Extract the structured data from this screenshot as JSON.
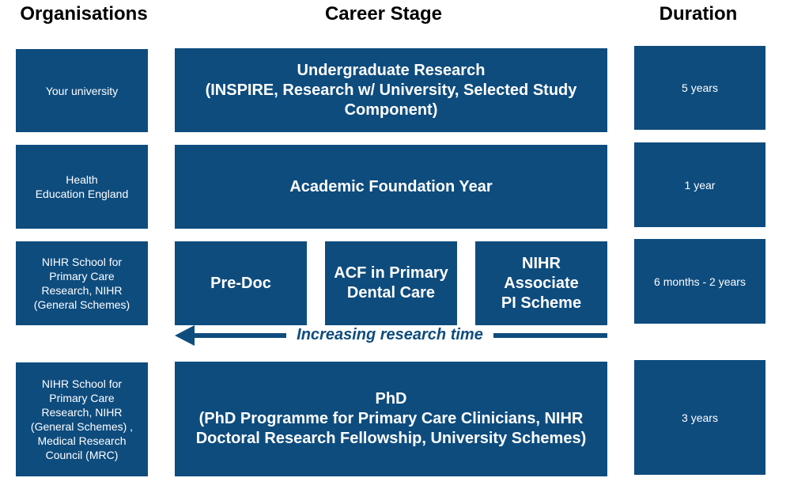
{
  "headers": {
    "organisations": "Organisations",
    "career_stage": "Career Stage",
    "duration": "Duration"
  },
  "organisations": [
    "Your university",
    "Health\nEducation England",
    "NIHR School for\nPrimary Care\nResearch, NIHR\n(General Schemes)",
    "NIHR School for\nPrimary Care\nResearch, NIHR\n(General Schemes) ,\nMedical Research\nCouncil (MRC)"
  ],
  "stages": {
    "undergraduate": "Undergraduate Research\n(INSPIRE, Research w/ University, Selected Study\nComponent)",
    "foundation": "Academic Foundation Year",
    "predoc": "Pre-Doc",
    "acf": "ACF in Primary\nDental Care",
    "nihr_associate": "NIHR Associate\nPI Scheme",
    "phd": "PhD\n(PhD Programme for Primary Care Clinicians, NIHR\nDoctoral Research Fellowship, University Schemes)"
  },
  "durations": [
    "5 years",
    "1 year",
    "6 months - 2 years",
    "3 years"
  ],
  "arrow_label": "Increasing research time",
  "colors": {
    "box": "#0e4c7e",
    "text_on_box": "#ffffff"
  }
}
